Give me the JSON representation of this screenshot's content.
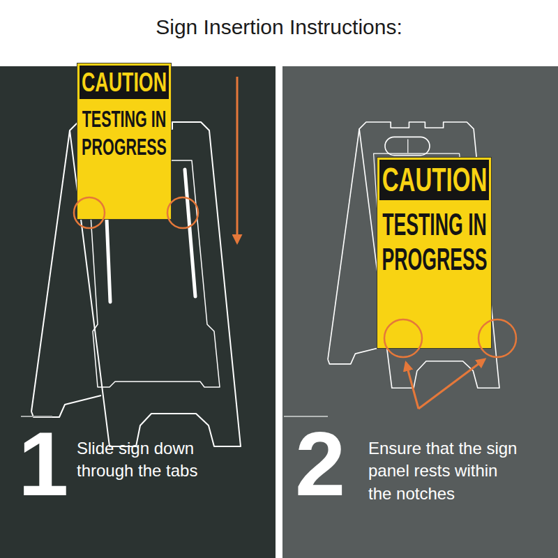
{
  "diagram": {
    "title": "Sign Insertion Instructions:",
    "nodes": [
      {
        "text": [
          "1",
          "Slide sign down through the tabs"
        ]
      },
      {
        "text": [
          "CAUTION",
          "TESTING IN PROGRESS"
        ],
        "in": 0
      },
      {
        "text": [
          "2",
          "Ensure that the sign panel rests within the notches"
        ]
      },
      {
        "text": [
          "CAUTION",
          "TESTING IN PROGRESS"
        ],
        "in": 2
      }
    ]
  }
}
